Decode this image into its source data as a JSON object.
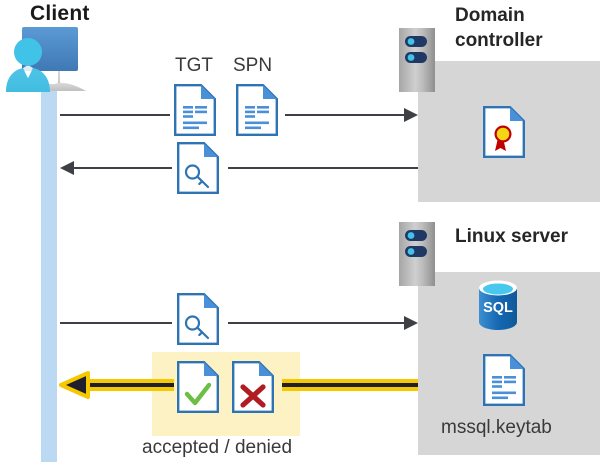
{
  "diagram": {
    "title": "Kerberos authentication flow between Client, Domain controller and Linux server",
    "type": "sequence-diagram"
  },
  "labels": {
    "client": "Client",
    "domain_controller": "Domain controller",
    "domain_controller_line1": "Domain",
    "domain_controller_line2": "controller",
    "linux_server": "Linux server",
    "tgt": "TGT",
    "spn": "SPN",
    "keytab_file": "mssql.keytab",
    "accepted_denied": "accepted / denied"
  },
  "icons": {
    "client": "user-at-monitor-icon",
    "tgt_doc": "document-lines-icon",
    "spn_doc": "document-lines-icon",
    "ticket_key_doc": "document-key-icon",
    "service_ticket_key_doc": "document-key-icon",
    "certificate_doc": "document-certificate-icon",
    "sql_database": "sql-database-icon",
    "keytab_doc": "document-lines-icon",
    "accepted_doc": "document-checkmark-icon",
    "denied_doc": "document-cross-icon",
    "server_rack_dc": "server-rack-icon",
    "server_rack_linux": "server-rack-icon"
  },
  "flows": [
    {
      "name": "tgt-spn-request",
      "direction": "right",
      "style": "thin-black",
      "labels": [
        "TGT",
        "SPN"
      ]
    },
    {
      "name": "ticket-response",
      "direction": "left",
      "style": "thin-black",
      "labels": []
    },
    {
      "name": "service-ticket-send",
      "direction": "right",
      "style": "thin-black",
      "labels": []
    },
    {
      "name": "auth-result",
      "direction": "left",
      "style": "thick-yellow",
      "labels": [
        "accepted / denied"
      ]
    }
  ],
  "colors": {
    "panel_gray": "#d6d6d6",
    "lifeline_blue": "#bcd9f3",
    "highlight_yellow": "#fdf2c3",
    "arrow_yellow": "#f5c800",
    "arrow_dark": "#1f1f2e",
    "arrow_black": "#3f3f46",
    "doc_blue": "#2e74b5",
    "sql_blue": "#1f6fb2",
    "accent_green": "#6cbe45",
    "accent_red": "#b01c22",
    "cert_gold": "#f6d515"
  }
}
